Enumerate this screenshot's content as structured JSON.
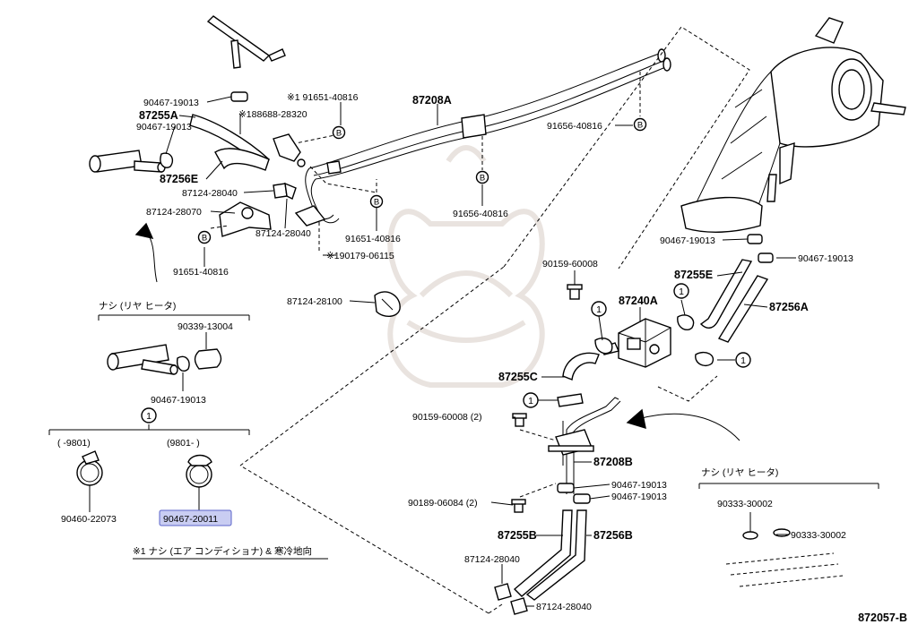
{
  "diagram_code": "872057-B",
  "labels": {
    "p87208A": "87208A",
    "p87255A": "87255A",
    "p87256E": "87256E",
    "p90467_19013_a": "90467-19013",
    "p90467_19013_b": "90467-19013",
    "note1_91651": "※1 91651-40816",
    "note2_188688": "※188688-28320",
    "p87124_28040_a": "87124-28040",
    "p87124_28070": "87124-28070",
    "p87124_28040_b": "87124-28040",
    "p91651_40816_a": "91651-40816",
    "p91651_40816_b": "91651-40816",
    "p190179": "※190179-06115",
    "p91656_40816_a": "91656-40816",
    "p91656_40816_b": "91656-40816",
    "p87124_28100": "87124-28100",
    "p90467_19013_c": "90467-19013",
    "p90467_19013_d": "90467-19013",
    "p87255E": "87255E",
    "p87256A": "87256A",
    "p90159_60008": "90159-60008",
    "p87240A": "87240A",
    "p87255C": "87255C",
    "p90159_60008_2": "90159-60008 (2)",
    "p87208B": "87208B",
    "p90467_19013_e": "90467-19013",
    "p90467_19013_f": "90467-19013",
    "p90189": "90189-06084 (2)",
    "p87255B": "87255B",
    "p87256B": "87256B",
    "p87124_28040_c": "87124-28040",
    "p87124_28040_d": "87124-28040",
    "p90333_a": "90333-30002",
    "p90333_b": "90333-30002",
    "p90339": "90339-13004",
    "p90467_19013_g": "90467-19013",
    "p90460": "90460-22073",
    "p90467_20011": "90467-20011",
    "range_old": "(    -9801)",
    "range_new": "(9801-     )",
    "nashi_left": "ナシ (リヤ ヒータ)",
    "nashi_right": "ナシ (リヤ ヒータ)",
    "footnote": "※1 ナシ (エア コンディショナ) & 寒冷地向",
    "circle_1": "1",
    "bolt_b": "B"
  },
  "colors": {
    "highlight_fill": "#c9cdf2",
    "highlight_stroke": "#5a63c9",
    "watermark": "#e9e3df"
  }
}
